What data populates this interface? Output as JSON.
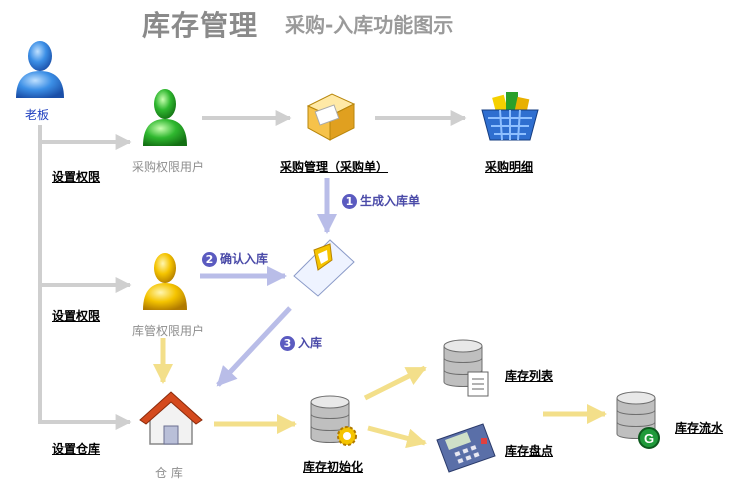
{
  "title": {
    "main": "库存管理",
    "sub": "采购-入库功能图示"
  },
  "roles": {
    "boss": "老板",
    "purchase_user": "采购权限用户",
    "warehouse_user": "库管权限用户",
    "warehouse": "仓  库"
  },
  "side_links": {
    "set_permission_1": "设置权限",
    "set_permission_2": "设置权限",
    "set_warehouse": "设置仓库"
  },
  "nodes": {
    "purchase_mgmt": "采购管理（采购单）",
    "purchase_detail": "采购明细",
    "stock_init": "库存初始化",
    "stock_list": "库存列表",
    "stock_check": "库存盘点",
    "stock_flow": "库存流水"
  },
  "steps": [
    {
      "num": "1",
      "label": "生成入库单"
    },
    {
      "num": "2",
      "label": "确认入库"
    },
    {
      "num": "3",
      "label": "入库"
    }
  ],
  "colors": {
    "gray_arrow": "#cfcfcf",
    "blue_arrow": "#b9bde8",
    "yellow_arrow": "#f3df8a",
    "step_badge": "#5b5bc0"
  }
}
